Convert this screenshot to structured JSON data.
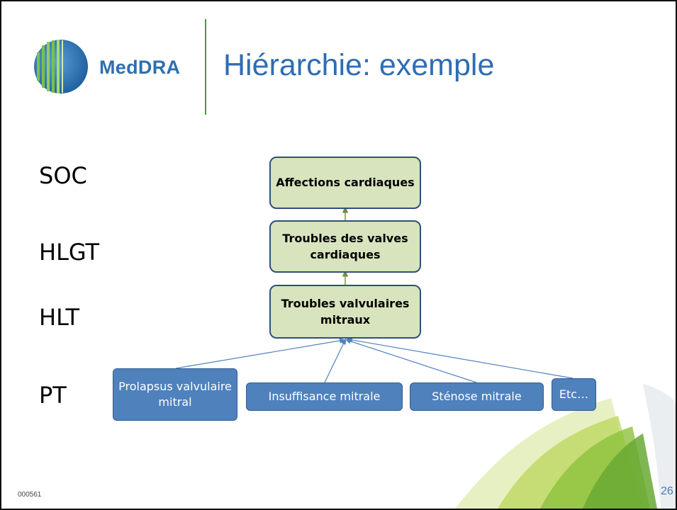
{
  "header": {
    "logo_text": "MedDRA",
    "title": "Hiérarchie: exemple"
  },
  "levels": [
    "SOC",
    "HLGT",
    "HLT",
    "PT"
  ],
  "diagram": {
    "soc": "Affections cardiaques",
    "hlgt": "Troubles des valves cardiaques",
    "hlt": "Troubles valvulaires mitraux",
    "pt": [
      "Prolapsus valvulaire mitral",
      "Insuffisance mitrale",
      "Sténose mitrale",
      "Etc…"
    ]
  },
  "footer": {
    "id": "000561",
    "page": "26"
  },
  "colors": {
    "title_blue": "#2e6db4",
    "node_green": "#d7e4bd",
    "pt_blue": "#4f81bd",
    "connector_green": "#6f8f3a",
    "connector_blue": "#4f81bd"
  }
}
